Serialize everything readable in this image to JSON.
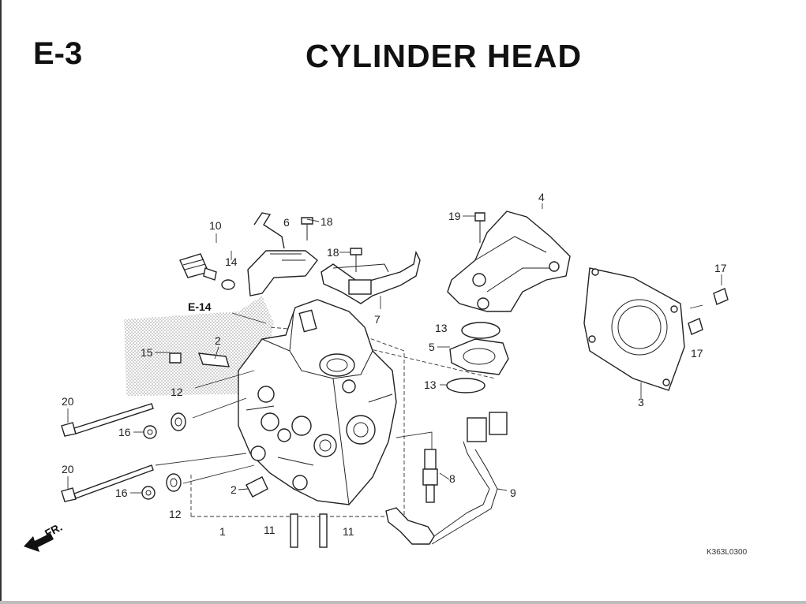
{
  "section_code": "E-3",
  "title": "CYLINDER HEAD",
  "figure_code": "K363L0300",
  "reference": "E-14",
  "direction": "FR.",
  "callouts": {
    "c1": "1",
    "c2a": "2",
    "c2b": "2",
    "c3": "3",
    "c4": "4",
    "c5": "5",
    "c6": "6",
    "c7": "7",
    "c8": "8",
    "c9": "9",
    "c10": "10",
    "c11a": "11",
    "c11b": "11",
    "c12a": "12",
    "c12b": "12",
    "c13a": "13",
    "c13b": "13",
    "c14": "14",
    "c15": "15",
    "c16a": "16",
    "c16b": "16",
    "c17a": "17",
    "c17b": "17",
    "c18a": "18",
    "c18b": "18",
    "c19": "19",
    "c20a": "20",
    "c20b": "20"
  }
}
